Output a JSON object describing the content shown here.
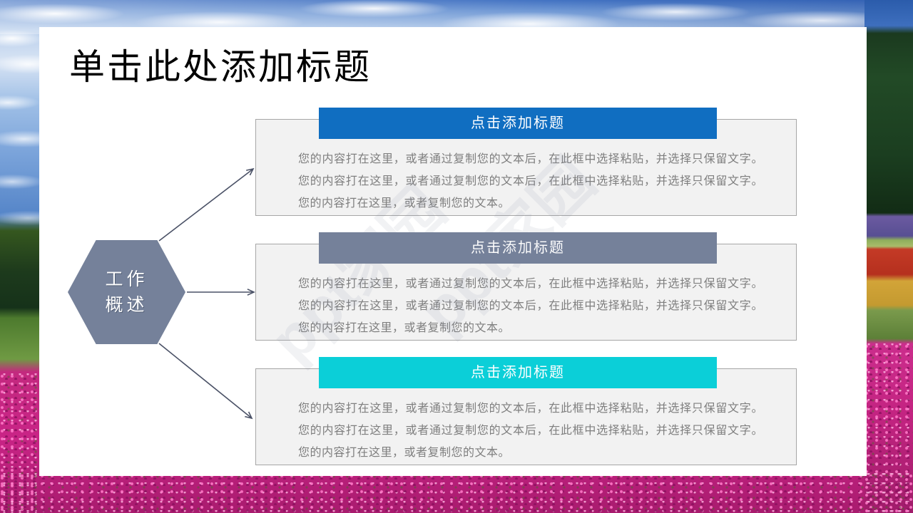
{
  "slide": {
    "title": "单击此处添加标题",
    "hexagon": {
      "line1": "工作",
      "line2": "概述",
      "color": "#75819a"
    },
    "boxes": [
      {
        "header": "点击添加标题",
        "header_color": "#106ec1",
        "body": "您的内容打在这里，或者通过复制您的文本后，在此框中选择粘贴，并选择只保留文字。您的内容打在这里，或者通过复制您的文本后，在此框中选择粘贴，并选择只保留文字。您的内容打在这里，或者复制您的文本。"
      },
      {
        "header": "点击添加标题",
        "header_color": "#75819a",
        "body": "您的内容打在这里，或者通过复制您的文本后，在此框中选择粘贴，并选择只保留文字。您的内容打在这里，或者通过复制您的文本后，在此框中选择粘贴，并选择只保留文字。您的内容打在这里，或者复制您的文本。"
      },
      {
        "header": "点击添加标题",
        "header_color": "#0bcfd8",
        "body": "您的内容打在这里，或者通过复制您的文本后，在此框中选择粘贴，并选择只保留文字。您的内容打在这里，或者通过复制您的文本后，在此框中选择粘贴，并选择只保留文字。您的内容打在这里，或者复制您的文本。"
      }
    ],
    "watermark": "ppt家园"
  },
  "colors": {
    "title_text": "#000000",
    "body_text": "#7f7f7f",
    "arrow": "#4a5166",
    "box_border": "#a6a6a6",
    "box_fill": "#f2f2f2"
  }
}
